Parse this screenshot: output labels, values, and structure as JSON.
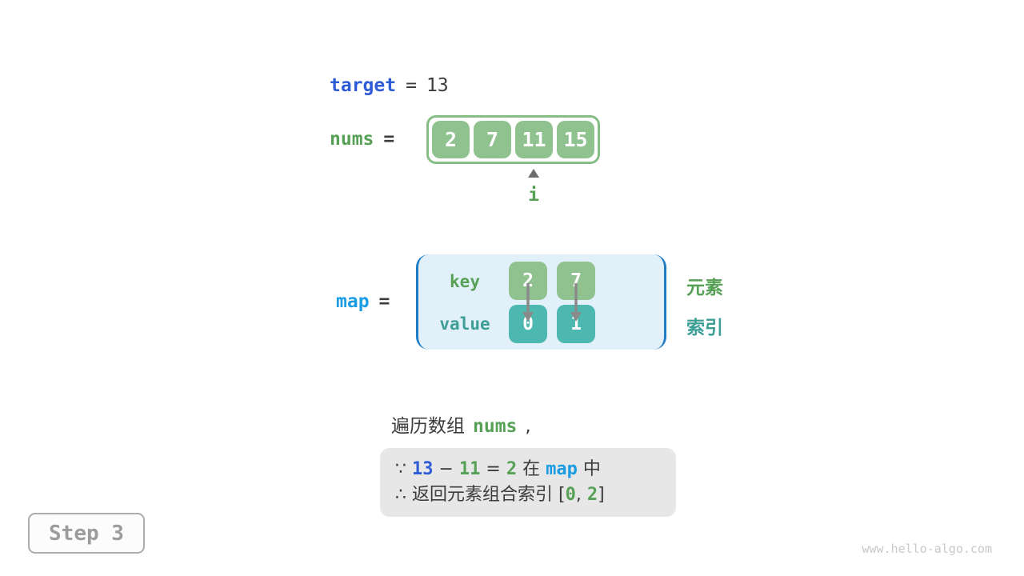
{
  "colors": {
    "royal_blue": "#2E5CD6",
    "cyan_blue": "#1C9CE2",
    "green_text": "#56A156",
    "teal_text": "#3D9E96",
    "green_box_fill": "#90C290",
    "teal_box_fill": "#4CB8B0",
    "array_border": "#85BD85",
    "map_fill": "#E2F0FA",
    "map_border": "#1E7CC4",
    "note_fill": "#E7E7E7",
    "dark_text": "#3C3C3C",
    "arrow_gray": "#8A8A8A",
    "step_text": "#9C9C9C"
  },
  "target_line": {
    "label": "target",
    "equals": "=",
    "value": "13"
  },
  "nums_line": {
    "label": "nums",
    "equals": "=",
    "cells": [
      "2",
      "7",
      "11",
      "15"
    ],
    "pointer_label": "i",
    "pointer_index": 2
  },
  "map_block": {
    "label": "map",
    "equals": "=",
    "key_row_label": "key",
    "value_row_label": "value",
    "keys": [
      "2",
      "7"
    ],
    "values": [
      "0",
      "1"
    ],
    "element_label": "元素",
    "index_label": "索引"
  },
  "sentence": {
    "prefix": "遍历数组",
    "code": "nums",
    "suffix": ","
  },
  "note_box": {
    "line1": [
      {
        "t": "∵ ",
        "c": "dark"
      },
      {
        "t": "13",
        "c": "blue"
      },
      {
        "t": " − ",
        "c": "dark"
      },
      {
        "t": "11",
        "c": "green"
      },
      {
        "t": " = ",
        "c": "dark"
      },
      {
        "t": "2",
        "c": "green"
      },
      {
        "t": " 在 ",
        "c": "dark"
      },
      {
        "t": "map",
        "c": "cyan"
      },
      {
        "t": " 中",
        "c": "dark"
      }
    ],
    "line2": [
      {
        "t": "∴ 返回元素组合索引 [",
        "c": "dark"
      },
      {
        "t": "0",
        "c": "green"
      },
      {
        "t": ", ",
        "c": "dark"
      },
      {
        "t": "2",
        "c": "green"
      },
      {
        "t": "]",
        "c": "dark"
      }
    ]
  },
  "step_badge": "Step 3",
  "watermark": "www.hello-algo.com"
}
